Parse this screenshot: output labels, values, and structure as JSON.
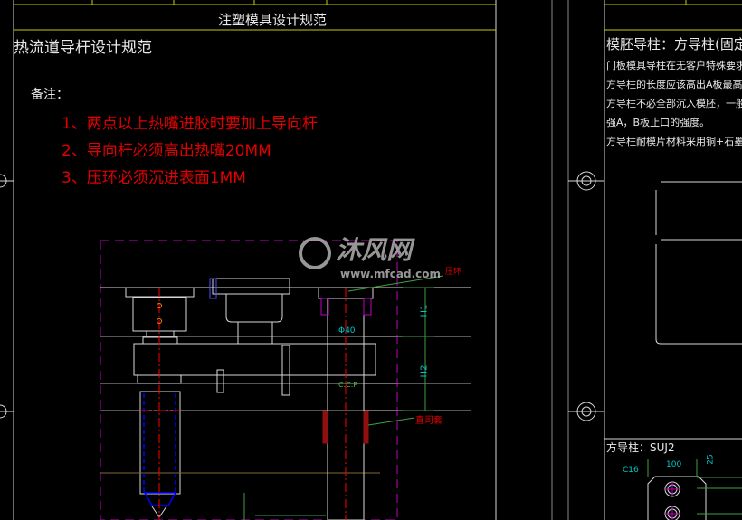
{
  "sheet_title": "注塑模具设计规范",
  "left_panel": {
    "heading": "热流道导杆设计规范",
    "note_label": "备注：",
    "notes": [
      "1、两点以上热嘴进胶时要加上导向杆",
      "2、导向杆必须高出热嘴20MM",
      "3、压环必须沉进表面1MM"
    ],
    "drawing": {
      "dim_diameter": "Φ40",
      "dim_h1": "H1",
      "dim_h2": "H2",
      "center_label": "C.C.P",
      "bushing_label": "直司套",
      "callout_top": "压环"
    }
  },
  "right_panel": {
    "heading": "模胚导柱：方导柱(固定方",
    "lines": [
      "门板模具导柱在无客户特殊要求下",
      "方导柱的长度应该高出A板最高面",
      "方导柱不必全部沉入模胚，一般为",
      "强A，B板止口的强度。",
      "方导柱耐模片材料采用铜+石墨，"
    ],
    "detail_title": "方导柱：SUJ2",
    "dim_chamfer": "C16",
    "dim_width": "100",
    "dim_small": "25"
  },
  "watermark": {
    "text": "沐风网",
    "url": "www.mfcad.com"
  },
  "colors": {
    "frame": "#d8d8d8",
    "title_line": "#c8c800",
    "text_red": "#e00000",
    "dim": "#00c8c8",
    "dim_line": "#40a040",
    "center": "#ff0000",
    "hidden": "#0000ff",
    "boundary": "#c000c0"
  }
}
